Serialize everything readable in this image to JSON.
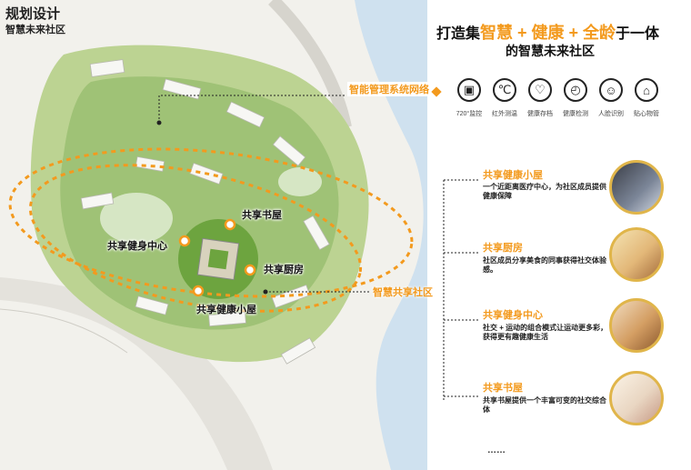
{
  "header": {
    "title": "规划设计",
    "subtitle": "智慧未来社区"
  },
  "slogan": {
    "line1_prefix": "打造集",
    "hl1": "智慧",
    "plus1": " + ",
    "hl2": "健康",
    "plus2": " + ",
    "hl3": "全龄",
    "line1_suffix": "于一体",
    "line2": "的智慧未来社区"
  },
  "callouts": {
    "network": "智能管理系统网络",
    "community": "智慧共享社区"
  },
  "plan_labels": {
    "book": "共享书屋",
    "fitness": "共享健身中心",
    "kitchen": "共享厨房",
    "health": "共享健康小屋"
  },
  "icons": [
    {
      "name": "camera-icon",
      "label": "720°监控"
    },
    {
      "name": "infrared-icon",
      "label": "红外测温"
    },
    {
      "name": "health-archive-icon",
      "label": "健康存档"
    },
    {
      "name": "health-check-icon",
      "label": "健康检测"
    },
    {
      "name": "face-recognition-icon",
      "label": "人脸识别"
    },
    {
      "name": "butler-icon",
      "label": "贴心物管"
    }
  ],
  "features": [
    {
      "title": "共享健康小屋",
      "desc": "一个近距离医疗中心，为社区成员提供健康保障"
    },
    {
      "title": "共享厨房",
      "desc": "社区成员分享美食的同事获得社交体验感。"
    },
    {
      "title": "共享健身中心",
      "desc": "社交 + 运动的组合模式让运动更多彩，获得更有趣健康生活"
    },
    {
      "title": "共享书屋",
      "desc": "共享书屋提供一个丰富可变的社交综合体"
    }
  ],
  "ellipsis": "……",
  "colors": {
    "accent": "#f39a1e",
    "photo_ring": "#e0b54a"
  }
}
